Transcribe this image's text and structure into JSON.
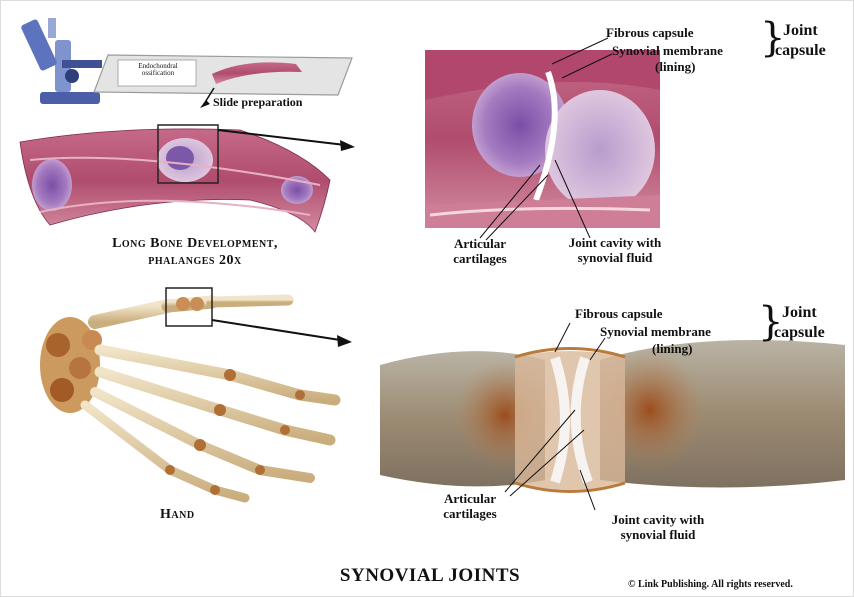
{
  "slide_labels": {
    "endochondral": "Endochondral ossification",
    "slide_preparation": "Slide preparation"
  },
  "top_panel": {
    "title_line1": "Long Bone Development,",
    "title_line2": "phalanges 20x",
    "fibrous_capsule": "Fibrous capsule",
    "synovial_membrane": "Synovial membrane",
    "lining": "(lining)",
    "joint_capsule_1": "Joint",
    "joint_capsule_2": "capsule",
    "articular_1": "Articular",
    "articular_2": "cartilages",
    "joint_cavity_1": "Joint cavity with",
    "joint_cavity_2": "synovial fluid"
  },
  "bottom_panel": {
    "hand_label": "Hand",
    "fibrous_capsule": "Fibrous capsule",
    "synovial_membrane": "Synovial membrane",
    "lining": "(lining)",
    "joint_capsule_1": "Joint",
    "joint_capsule_2": "capsule",
    "articular_1": "Articular",
    "articular_2": "cartilages",
    "joint_cavity_1": "Joint cavity with",
    "joint_cavity_2": "synovial fluid"
  },
  "title": "SYNOVIAL JOINTS",
  "copyright": "© Link Publishing. All rights reserved."
}
